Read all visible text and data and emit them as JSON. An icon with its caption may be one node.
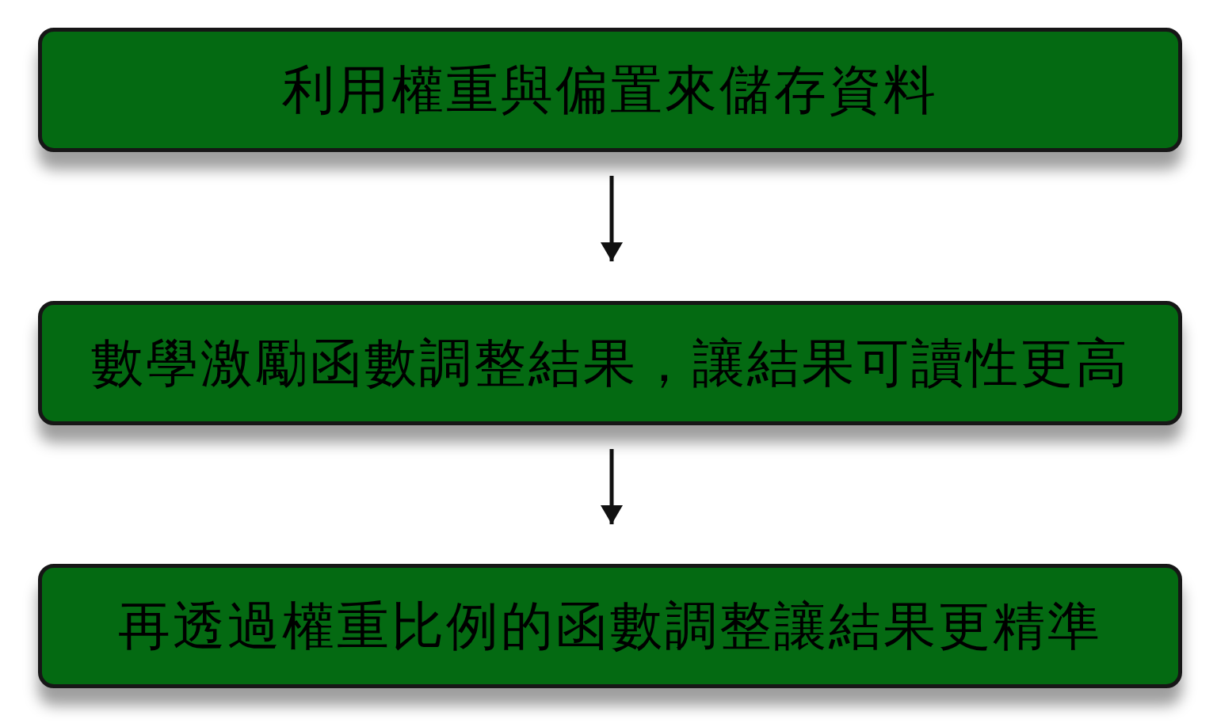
{
  "diagram": {
    "nodes": [
      {
        "text": [
          "利用權重與偏置來儲存資料"
        ]
      },
      {
        "text": [
          "數學激勵函數調整結果，讓結果可讀性更高"
        ]
      },
      {
        "text": [
          "再透過權重比例的函數調整讓結果更精準"
        ]
      }
    ],
    "edges": [
      {
        "from": 0,
        "to": 1,
        "arrow": "to"
      },
      {
        "from": 1,
        "to": 2,
        "arrow": "to"
      }
    ]
  }
}
